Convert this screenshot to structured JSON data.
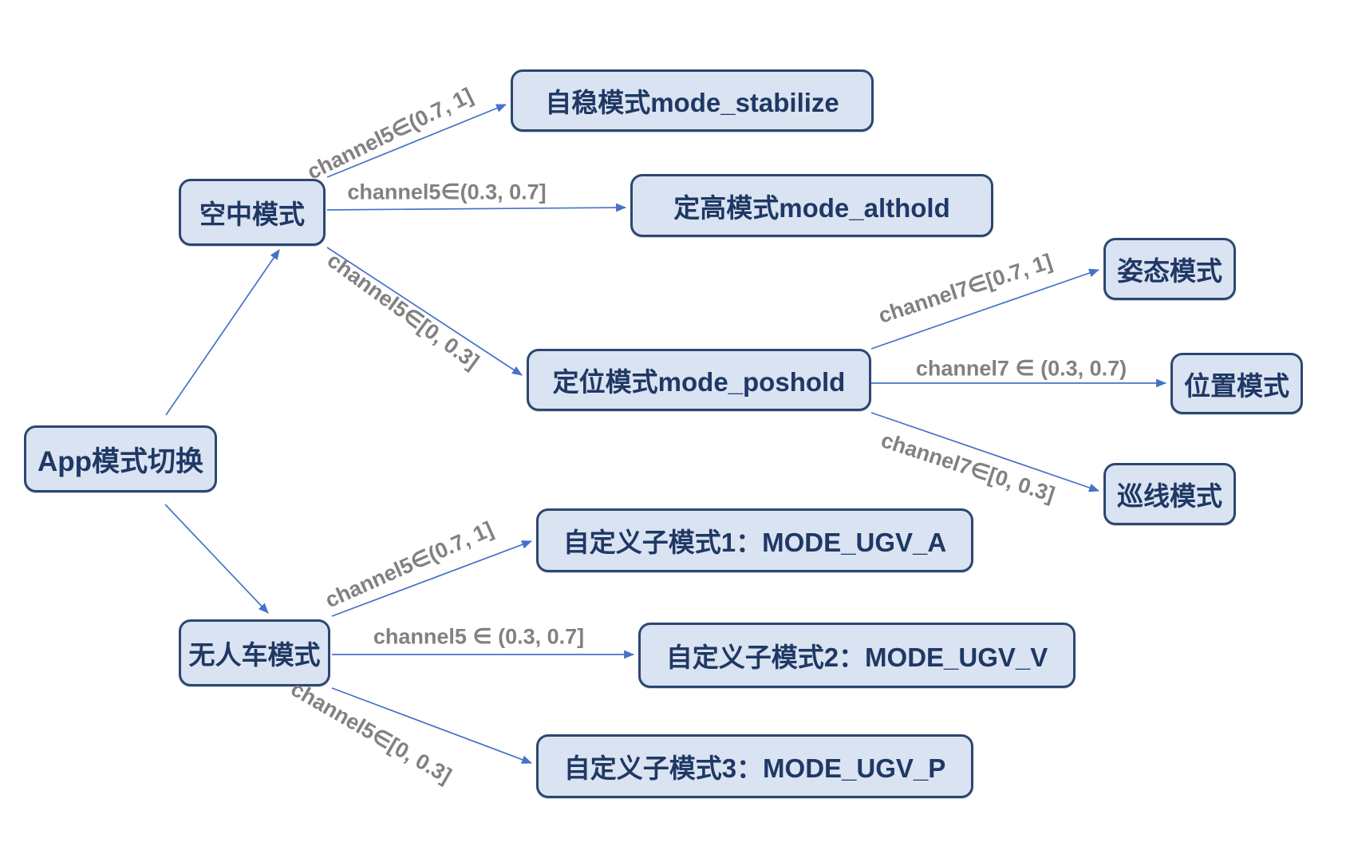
{
  "diagram": {
    "nodes": {
      "root": {
        "label": "App模式切换"
      },
      "aerial": {
        "label": "空中模式"
      },
      "ugv": {
        "label": "无人车模式"
      },
      "stabilize": {
        "label": "自稳模式mode_stabilize"
      },
      "althold": {
        "label": "定高模式mode_althold"
      },
      "poshold": {
        "label": "定位模式mode_poshold"
      },
      "attitude": {
        "label": "姿态模式"
      },
      "position": {
        "label": "位置模式"
      },
      "patrol": {
        "label": "巡线模式"
      },
      "ugv_a": {
        "label": "自定义子模式1：MODE_UGV_A"
      },
      "ugv_v": {
        "label": "自定义子模式2：MODE_UGV_V"
      },
      "ugv_p": {
        "label": "自定义子模式3：MODE_UGV_P"
      }
    },
    "edges": [
      {
        "from": "root",
        "to": "aerial",
        "label": ""
      },
      {
        "from": "root",
        "to": "ugv",
        "label": ""
      },
      {
        "from": "aerial",
        "to": "stabilize",
        "label": "channel5∈(0.7, 1]"
      },
      {
        "from": "aerial",
        "to": "althold",
        "label": "channel5∈(0.3, 0.7]"
      },
      {
        "from": "aerial",
        "to": "poshold",
        "label": "channel5∈[0, 0.3]"
      },
      {
        "from": "poshold",
        "to": "attitude",
        "label": "channel7∈[0.7, 1]"
      },
      {
        "from": "poshold",
        "to": "position",
        "label": "channel7 ∈ (0.3, 0.7)"
      },
      {
        "from": "poshold",
        "to": "patrol",
        "label": "channel7∈[0, 0.3]"
      },
      {
        "from": "ugv",
        "to": "ugv_a",
        "label": "channel5∈(0.7, 1]"
      },
      {
        "from": "ugv",
        "to": "ugv_v",
        "label": "channel5 ∈ (0.3, 0.7]"
      },
      {
        "from": "ugv",
        "to": "ugv_p",
        "label": "channel5∈[0, 0.3]"
      }
    ],
    "colors": {
      "background": "#ffffff",
      "node_fill": "#dae3f2",
      "node_border": "#2c4770",
      "node_text": "#1f3864",
      "arrow": "#4672c8",
      "edge_label_text": "#818181"
    }
  }
}
